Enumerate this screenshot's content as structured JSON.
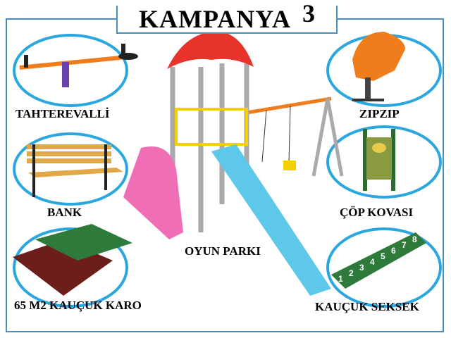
{
  "title": {
    "text": "KAMPANYA",
    "number": "3"
  },
  "products": {
    "seesaw": "TAHTEREVALLİ",
    "bench": "BANK",
    "tiles": "65 M2 KAUÇUK KARO",
    "playground": "OYUN PARKI",
    "spring_rider": "ZIPZIP",
    "trash_bin": "ÇÖP KOVASI",
    "hopscotch": "KAUÇUK SEKSEK"
  },
  "hopscotch_numbers": [
    "1",
    "2",
    "3",
    "4",
    "5",
    "6",
    "7",
    "8"
  ],
  "colors": {
    "frame": "#4a8fc0",
    "arc": "#2aa7df",
    "slide_blue": "#5ec8ea",
    "slide_pink": "#f06fb4",
    "roof": "#e8332a",
    "orange": "#f07d1c"
  }
}
